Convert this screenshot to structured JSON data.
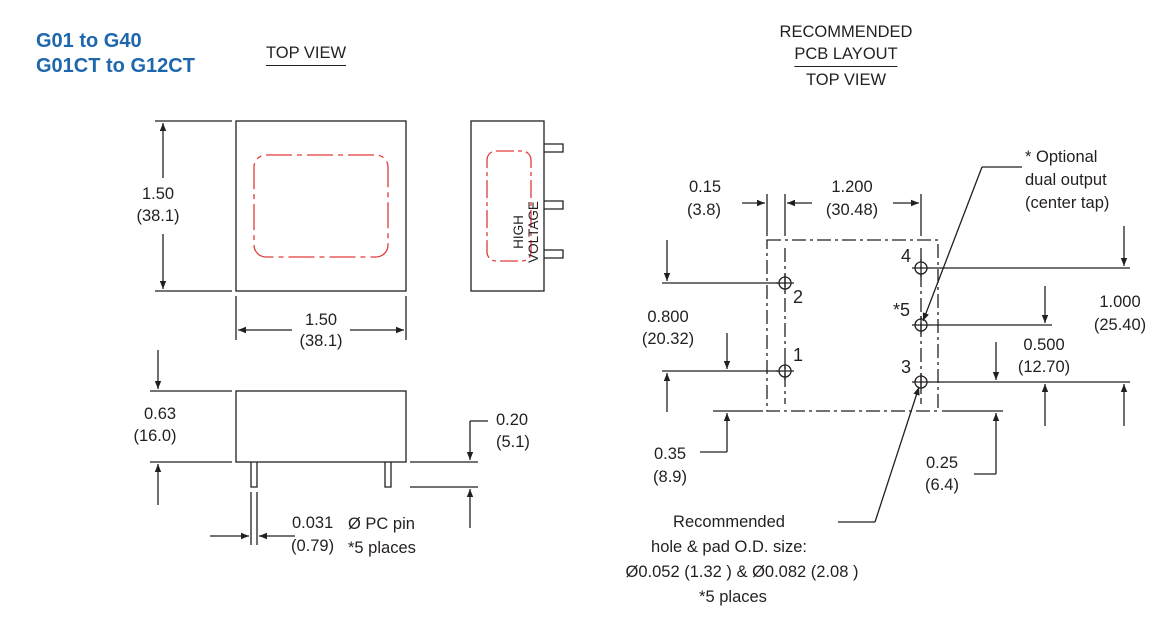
{
  "model": {
    "line1": "G01 to G40",
    "line2": "G01CT to G12CT"
  },
  "left": {
    "top_view_label": "TOP VIEW",
    "height": {
      "in": "1.50",
      "mm": "(38.1)"
    },
    "width": {
      "in": "1.50",
      "mm": "(38.1)"
    },
    "side_label_1": "HIGH",
    "side_label_2": "VOLTAGE",
    "body_height": {
      "in": "0.63",
      "mm": "(16.0)"
    },
    "pin_length": {
      "in": "0.20",
      "mm": "(5.1)"
    },
    "pin_dia": {
      "in": "0.031",
      "mm": "(0.79)"
    },
    "pin_note_1": "Ø PC pin",
    "pin_note_2": "*5 places"
  },
  "right": {
    "title_1": "RECOMMENDED",
    "title_2": "PCB LAYOUT",
    "title_3": "TOP  VIEW",
    "offset_top": {
      "in": "0.15",
      "mm": "(3.8)"
    },
    "pin_spacing_h": {
      "in": "1.200",
      "mm": "(30.48)"
    },
    "pin_spacing_v": {
      "in": "0.800",
      "mm": "(20.32)"
    },
    "pin_spacing_tall": {
      "in": "1.000",
      "mm": "(25.40)"
    },
    "center_tap": {
      "in": "0.500",
      "mm": "(12.70)"
    },
    "left_offset": {
      "in": "0.35",
      "mm": "(8.9)"
    },
    "right_offset": {
      "in": "0.25",
      "mm": "(6.4)"
    },
    "optional_note": [
      "* Optional",
      "dual output",
      "(center tap)"
    ],
    "pins": {
      "p1": "1",
      "p2": "2",
      "p3": "3",
      "p4": "4",
      "p5": "*5"
    },
    "hole_note": [
      "Recommended",
      "hole & pad O.D. size:",
      "Ø0.052 (1.32 ) & Ø0.082 (2.08 )",
      "*5 places"
    ]
  },
  "colors": {
    "model_text": "#1f67ad",
    "ink": "#231f20",
    "hv_outline": "#e03a3a"
  }
}
